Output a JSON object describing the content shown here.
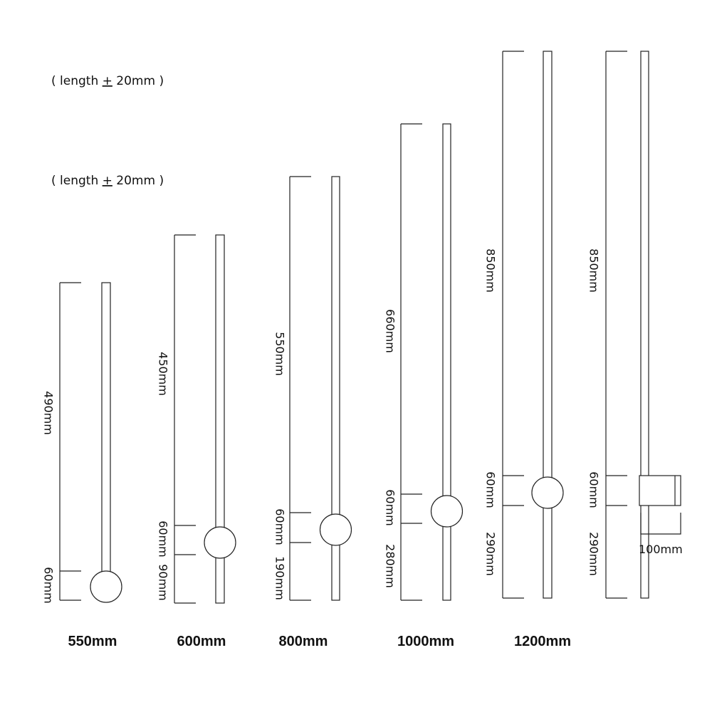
{
  "notes": [
    {
      "pre": "( length ",
      "pm": "+",
      "post": " 20mm )"
    },
    {
      "pre": "( length ",
      "pm": "+",
      "post": " 20mm )"
    }
  ],
  "lamps": [
    {
      "size": "550mm",
      "dims": [
        "490mm",
        "60mm"
      ]
    },
    {
      "size": "600mm",
      "dims": [
        "450mm",
        "60mm",
        "90mm"
      ]
    },
    {
      "size": "800mm",
      "dims": [
        "550mm",
        "60mm",
        "190mm"
      ]
    },
    {
      "size": "1000mm",
      "dims": [
        "660mm",
        "60mm",
        "280mm"
      ]
    },
    {
      "size": "1200mm",
      "dims": [
        "850mm",
        "60mm",
        "290mm"
      ]
    },
    {
      "size": "",
      "dims": [
        "850mm",
        "60mm",
        "290mm"
      ],
      "width_label": "100mm"
    }
  ]
}
